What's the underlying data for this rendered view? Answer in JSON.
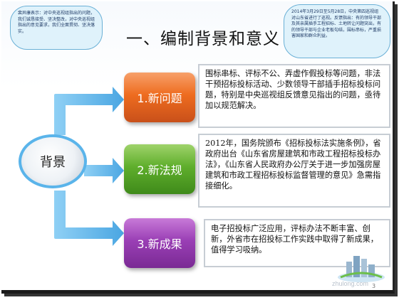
{
  "title": "一、编制背景和意义",
  "callouts": {
    "left": "裴异康表示：对中央巡视组指出的问题，我们诚恳接受、坚决整改，对中央巡视组指出的意见要求，我们全面贯彻、坚决落实。",
    "right": "2014年3月29日至5月28日，中央第四巡视组对山东省进行了巡视。反馈指出：有的领导干部及其亲属插手工程招标、土地转让问题突出，有的领导干部与企业老板勾结，围标串标，严重损害国家和群众利益。"
  },
  "center_label": "背景",
  "items": [
    {
      "label": "1.新问题",
      "text": "围标串标、评标不公、弄虚作假投标等问题，非法干预招标投标活动、少数领导干部插手招标投标问题，特别是中央巡视组反馈意见指出的问题，亟待加以规范解决。"
    },
    {
      "label": "2.新法规",
      "text": "2012年，国务院颁布《招标投标法实施条例》，省政府出台《山东省房屋建筑和市政工程招标投标办法》，《山东省人民政府办公厅关于进一步加强房屋建筑和市政工程招标投标监督管理的意见》急需指接细化。"
    },
    {
      "label": "3.新成果",
      "text": "电子招投标广泛应用，评标办法不断丰富、创新，外省市在招投标工作实践中取得了新成果，值得学习吸纳。"
    }
  ],
  "watermark": "zhulong.com",
  "page_number": "3",
  "colors": {
    "orange": "#ee6c1f",
    "green": "#5fae2c",
    "purple": "#9a3fb5",
    "arrow_blue": "#5ab4ea"
  }
}
